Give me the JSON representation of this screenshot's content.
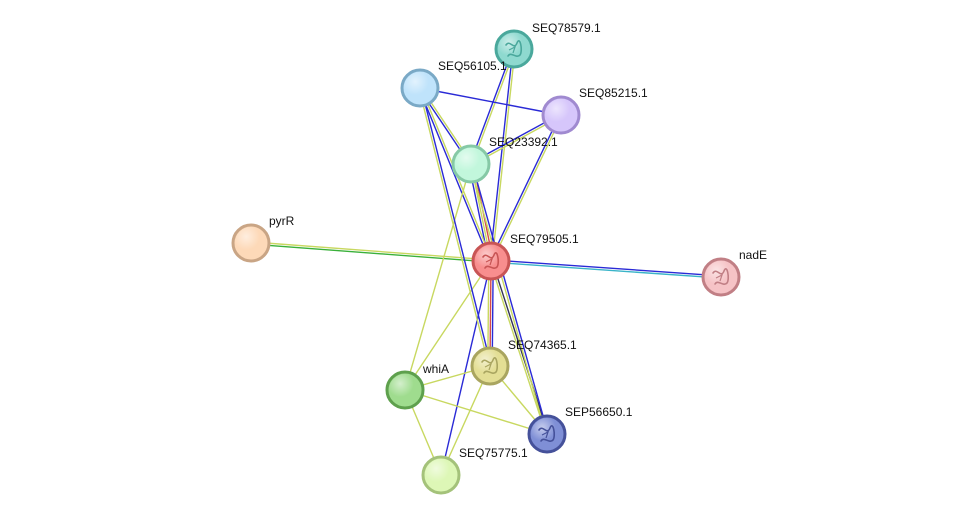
{
  "nodes": [
    {
      "id": "SEQ78579.1",
      "label": "SEQ78579.1",
      "fill": "#8ed9cf",
      "stroke": "#4aa89c",
      "has_structure": true
    },
    {
      "id": "SEQ56105.1",
      "label": "SEQ56105.1",
      "fill": "#bfe3fb",
      "stroke": "#7aa9c6",
      "has_structure": false
    },
    {
      "id": "SEQ85215.1",
      "label": "SEQ85215.1",
      "fill": "#d6c6fb",
      "stroke": "#a08ad0",
      "has_structure": false
    },
    {
      "id": "SEQ23392.1",
      "label": "SEQ23392.1",
      "fill": "#c2f7dc",
      "stroke": "#86c9a6",
      "has_structure": false
    },
    {
      "id": "pyrR",
      "label": "pyrR",
      "fill": "#fdd9b8",
      "stroke": "#c9a585",
      "has_structure": false
    },
    {
      "id": "SEQ79505.1",
      "label": "SEQ79505.1",
      "fill": "#f88e8e",
      "stroke": "#c85555",
      "has_structure": true
    },
    {
      "id": "nadE",
      "label": "nadE",
      "fill": "#f6c3c6",
      "stroke": "#c17f85",
      "has_structure": true
    },
    {
      "id": "SEQ74365.1",
      "label": "SEQ74365.1",
      "fill": "#e3de94",
      "stroke": "#a9a560",
      "has_structure": true
    },
    {
      "id": "whiA",
      "label": "whiA",
      "fill": "#9fdc8e",
      "stroke": "#5ea04d",
      "has_structure": false
    },
    {
      "id": "SEP56650.1",
      "label": "SEP56650.1",
      "fill": "#7f8fd6",
      "stroke": "#45519a",
      "has_structure": true
    },
    {
      "id": "SEQ75775.1",
      "label": "SEQ75775.1",
      "fill": "#ddf7b6",
      "stroke": "#a4c27a",
      "has_structure": false
    }
  ],
  "edges": [
    {
      "source": "SEQ79505.1",
      "target": "pyrR",
      "colors": [
        "#3ab03a",
        "#c8d860"
      ]
    },
    {
      "source": "SEQ79505.1",
      "target": "nadE",
      "colors": [
        "#2a2ad6",
        "#3ab4c8"
      ]
    },
    {
      "source": "SEQ79505.1",
      "target": "SEQ23392.1",
      "colors": [
        "#2a2ad6",
        "#c8d860",
        "#d44a4a"
      ]
    },
    {
      "source": "SEQ79505.1",
      "target": "SEQ78579.1",
      "colors": [
        "#2a2ad6",
        "#c8d860"
      ]
    },
    {
      "source": "SEQ79505.1",
      "target": "SEQ56105.1",
      "colors": [
        "#2a2ad6",
        "#c8d860"
      ]
    },
    {
      "source": "SEQ79505.1",
      "target": "SEQ85215.1",
      "colors": [
        "#2a2ad6",
        "#c8d860"
      ]
    },
    {
      "source": "SEQ79505.1",
      "target": "SEQ74365.1",
      "colors": [
        "#2a2ad6",
        "#d44a4a",
        "#c8d860"
      ]
    },
    {
      "source": "SEQ79505.1",
      "target": "SEP56650.1",
      "colors": [
        "#333355",
        "#c8d860"
      ]
    },
    {
      "source": "SEQ79505.1",
      "target": "SEQ75775.1",
      "colors": [
        "#2a2ad6"
      ]
    },
    {
      "source": "SEQ79505.1",
      "target": "whiA",
      "colors": [
        "#c8d860"
      ]
    },
    {
      "source": "SEQ23392.1",
      "target": "SEQ78579.1",
      "colors": [
        "#2a2ad6",
        "#c8d860"
      ]
    },
    {
      "source": "SEQ23392.1",
      "target": "SEQ56105.1",
      "colors": [
        "#2a2ad6",
        "#c8d860"
      ]
    },
    {
      "source": "SEQ23392.1",
      "target": "SEQ85215.1",
      "colors": [
        "#2a2ad6",
        "#c8d860"
      ]
    },
    {
      "source": "SEQ23392.1",
      "target": "SEP56650.1",
      "colors": [
        "#2a2ad6",
        "#c8d860"
      ]
    },
    {
      "source": "SEQ23392.1",
      "target": "whiA",
      "colors": [
        "#c8d860"
      ]
    },
    {
      "source": "SEQ56105.1",
      "target": "SEQ85215.1",
      "colors": [
        "#2a2ad6"
      ]
    },
    {
      "source": "SEQ56105.1",
      "target": "SEQ74365.1",
      "colors": [
        "#2a2ad6",
        "#c8d860"
      ]
    },
    {
      "source": "SEQ74365.1",
      "target": "whiA",
      "colors": [
        "#c8d860"
      ]
    },
    {
      "source": "SEQ74365.1",
      "target": "SEP56650.1",
      "colors": [
        "#c8d860"
      ]
    },
    {
      "source": "SEQ74365.1",
      "target": "SEQ75775.1",
      "colors": [
        "#c8d860"
      ]
    },
    {
      "source": "whiA",
      "target": "SEP56650.1",
      "colors": [
        "#c8d860"
      ]
    },
    {
      "source": "whiA",
      "target": "SEQ75775.1",
      "colors": [
        "#c8d860"
      ]
    }
  ]
}
